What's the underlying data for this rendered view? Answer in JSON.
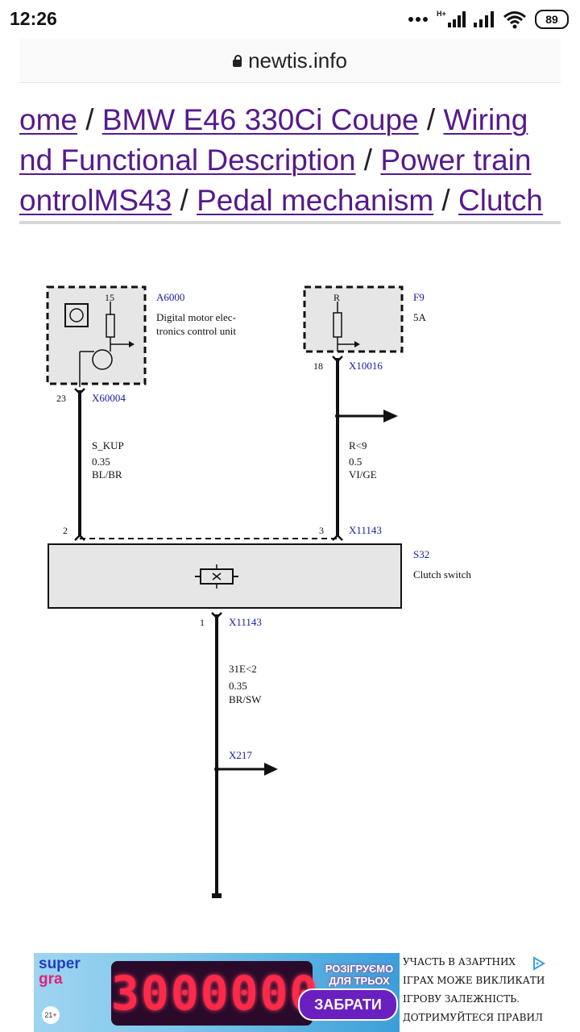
{
  "status_bar": {
    "time": "12:26",
    "battery": "89"
  },
  "browser": {
    "url": "newtis.info"
  },
  "breadcrumb": {
    "line1": {
      "link1": "ome",
      "sep1": " / ",
      "link2": "BMW E46 330Ci Coupe",
      "sep2": " / ",
      "link3": "Wiring"
    },
    "line2": {
      "link1": "nd Functional Description",
      "sep1": " / ",
      "link2": "Power train"
    },
    "line3": {
      "link1": "ontrolMS43",
      "sep1": " / ",
      "link2": "Pedal mechanism",
      "sep2": " / ",
      "link3": "Clutch"
    }
  },
  "diagram": {
    "a6000": {
      "id": "A6000",
      "desc1": "Digital motor elec-",
      "desc2": "tronics control unit",
      "pin_top": "15",
      "pin": "23",
      "connector": "X60004"
    },
    "f9": {
      "id": "F9",
      "rating": "5A",
      "pin_top": "R",
      "pin": "18",
      "connector": "X10016"
    },
    "wire_left": {
      "name": "S_KUP",
      "size": "0.35",
      "color": "BL/BR"
    },
    "wire_right": {
      "name": "R<9",
      "size": "0.5",
      "color": "VI/GE"
    },
    "s32": {
      "id": "S32",
      "desc": "Clutch switch",
      "pin_left": "2",
      "pin_right": "3",
      "connector_top": "X11143",
      "pin_bottom": "1",
      "connector_bottom": "X11143"
    },
    "wire_bottom": {
      "name": "31E<2",
      "size": "0.35",
      "color": "BR/SW"
    },
    "ground": {
      "id": "X217"
    },
    "link_color": "#1a1aa6"
  },
  "ad": {
    "brand_top": "super",
    "brand_bottom": "gra",
    "amount": "3000000",
    "text": "РОЗІГРУЄМО ДЛЯ ТРЬОХ",
    "cta": "ЗАБРАТИ",
    "age": "21+",
    "disclaimer": "УЧАСТЬ В АЗАРТНИХ ІГРАХ МОЖЕ ВИКЛИКАТИ ІГРОВУ ЗАЛЕЖНІСТЬ. ДОТРИМУЙТЕСЯ ПРАВИЛ (ПРИНЦИПІВ) ВІДПОВІДАЛЬНОЇ ГРИ"
  }
}
